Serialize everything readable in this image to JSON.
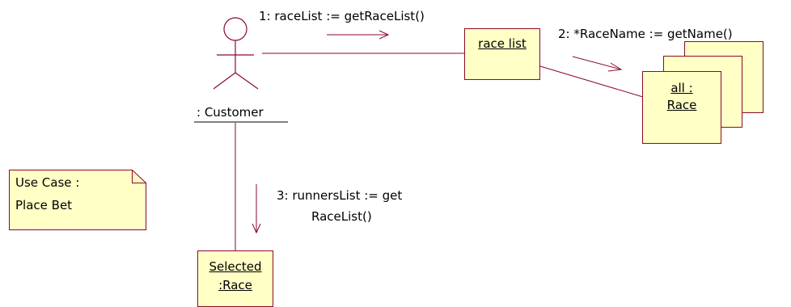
{
  "messages": {
    "m1": "1: raceList := getRaceList()",
    "m2": "2: *RaceName := getName()",
    "m3_line1": "3: runnersList := get",
    "m3_line2": "RaceList()"
  },
  "actor": {
    "name": ": Customer"
  },
  "objects": {
    "race_list": "race list",
    "all_race_line1": "all :",
    "all_race_line2": "Race",
    "selected_race_line1": "Selected",
    "selected_race_line2": ":Race"
  },
  "note": {
    "line1": "Use Case :",
    "line2": "Place Bet"
  },
  "colors": {
    "line": "#8a0a2a",
    "box_fill": "#ffffc6",
    "text": "#000000"
  }
}
